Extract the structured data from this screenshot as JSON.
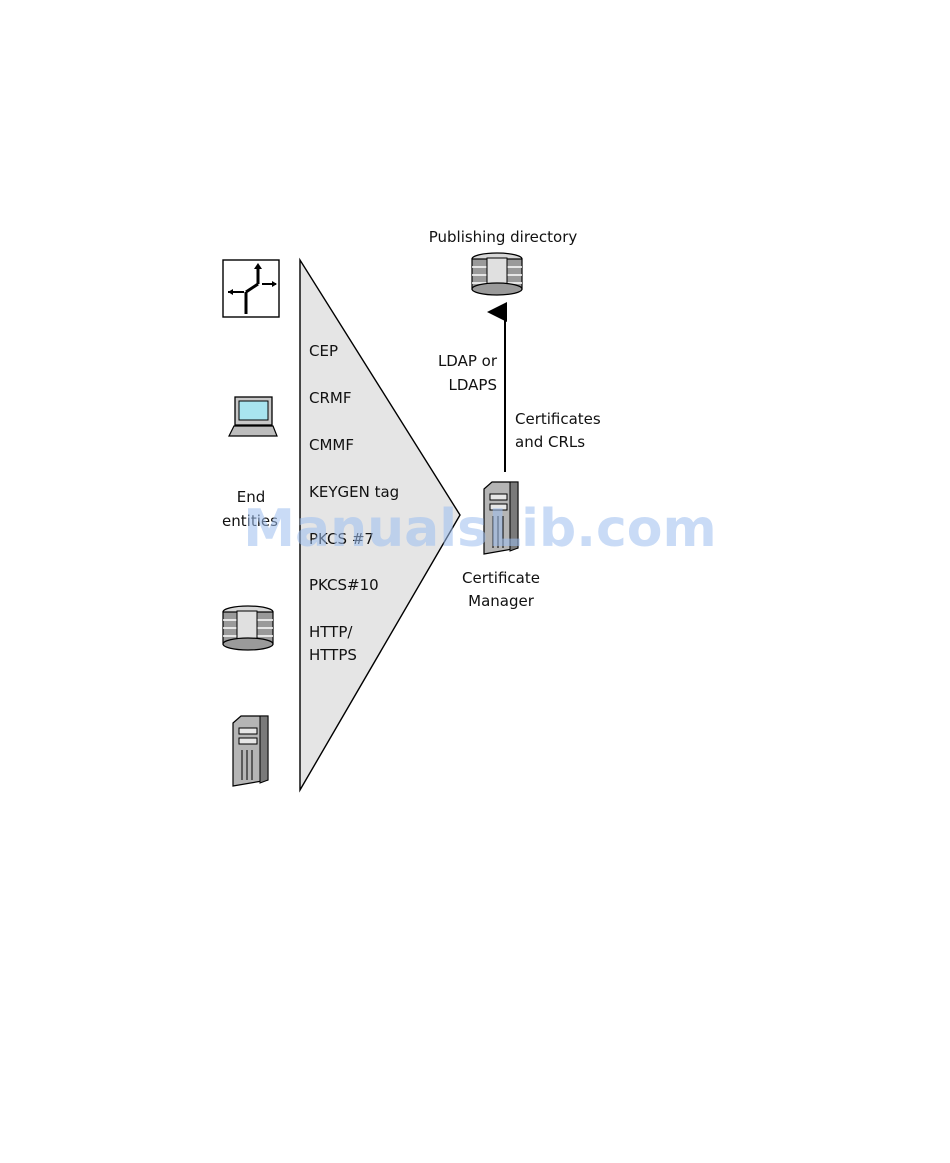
{
  "publishing_directory_label": "Publishing directory",
  "ldap_label": [
    "LDAP or",
    "LDAPS"
  ],
  "certificates_label": [
    "Certificates",
    "and CRLs"
  ],
  "certificate_manager_label": [
    "Certificate",
    "Manager"
  ],
  "end_entities_label": [
    "End",
    "entities"
  ],
  "protocols": [
    "CEP",
    "CRMF",
    "CMMF",
    "KEYGEN tag",
    "PKCS #7",
    "PKCS#10",
    "HTTP/",
    "HTTPS"
  ],
  "watermark": "ManualsLib.com",
  "colors": {
    "funnel_fill": "#e5e5e5",
    "screen": "#a8e4ef",
    "watermark": "#9ebff0"
  }
}
